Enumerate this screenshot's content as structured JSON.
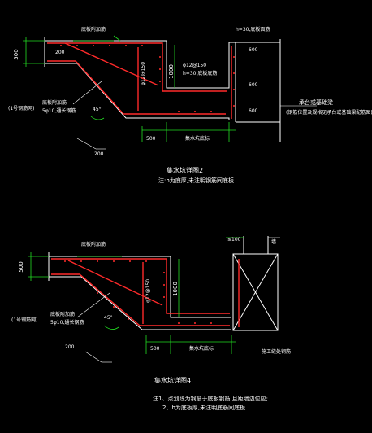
{
  "detail1": {
    "dim_top": "500",
    "bar_label_top": "底板附加筋",
    "label_200": "200",
    "label_1000": "1000",
    "label_phi12": "φ12@150",
    "label_h_flat": "h=30,底板底筋",
    "label_h_top": "h=30,底板面筋",
    "label_600a": "600",
    "label_600b": "600",
    "label_600c": "600",
    "label_phi12v": "φ12@150",
    "label_slope_1": "底板附加筋",
    "label_slope_2": "5φ10,通长钢筋",
    "label_note_left": "(1号钢筋网)",
    "angle": "45°",
    "label_200b": "200",
    "dim_500": "500",
    "dim_pit": "集水坑底标",
    "wall_title": "承台或基础梁",
    "wall_sub": "(钢筋位置及规格见承台或基础梁配筋图)",
    "title": "集水坑详图2",
    "note": "注:h为底厚,未注明钢筋同底板"
  },
  "detail2": {
    "dim_top": "500",
    "bar_label_top": "底板附加筋",
    "label_1000": "1000",
    "label_phi12": "φ12@150",
    "label_slope_1": "底板附加筋",
    "label_slope_2": "5φ10,通长钢筋",
    "label_note_left": "(1号钢筋网)",
    "angle": "45°",
    "label_200": "200",
    "dim_500": "500",
    "dim_pit": "集水坑底标",
    "dim_100": "≤100",
    "label_wall": "墙",
    "label_wall_bottom": "施工缝处钢筋",
    "title": "集水坑详图4",
    "note1": "注1、点划线为钢筋于底板钢筋,且距墙边位应;",
    "note2": "2、h为底板厚,未注明底筋同底板"
  }
}
